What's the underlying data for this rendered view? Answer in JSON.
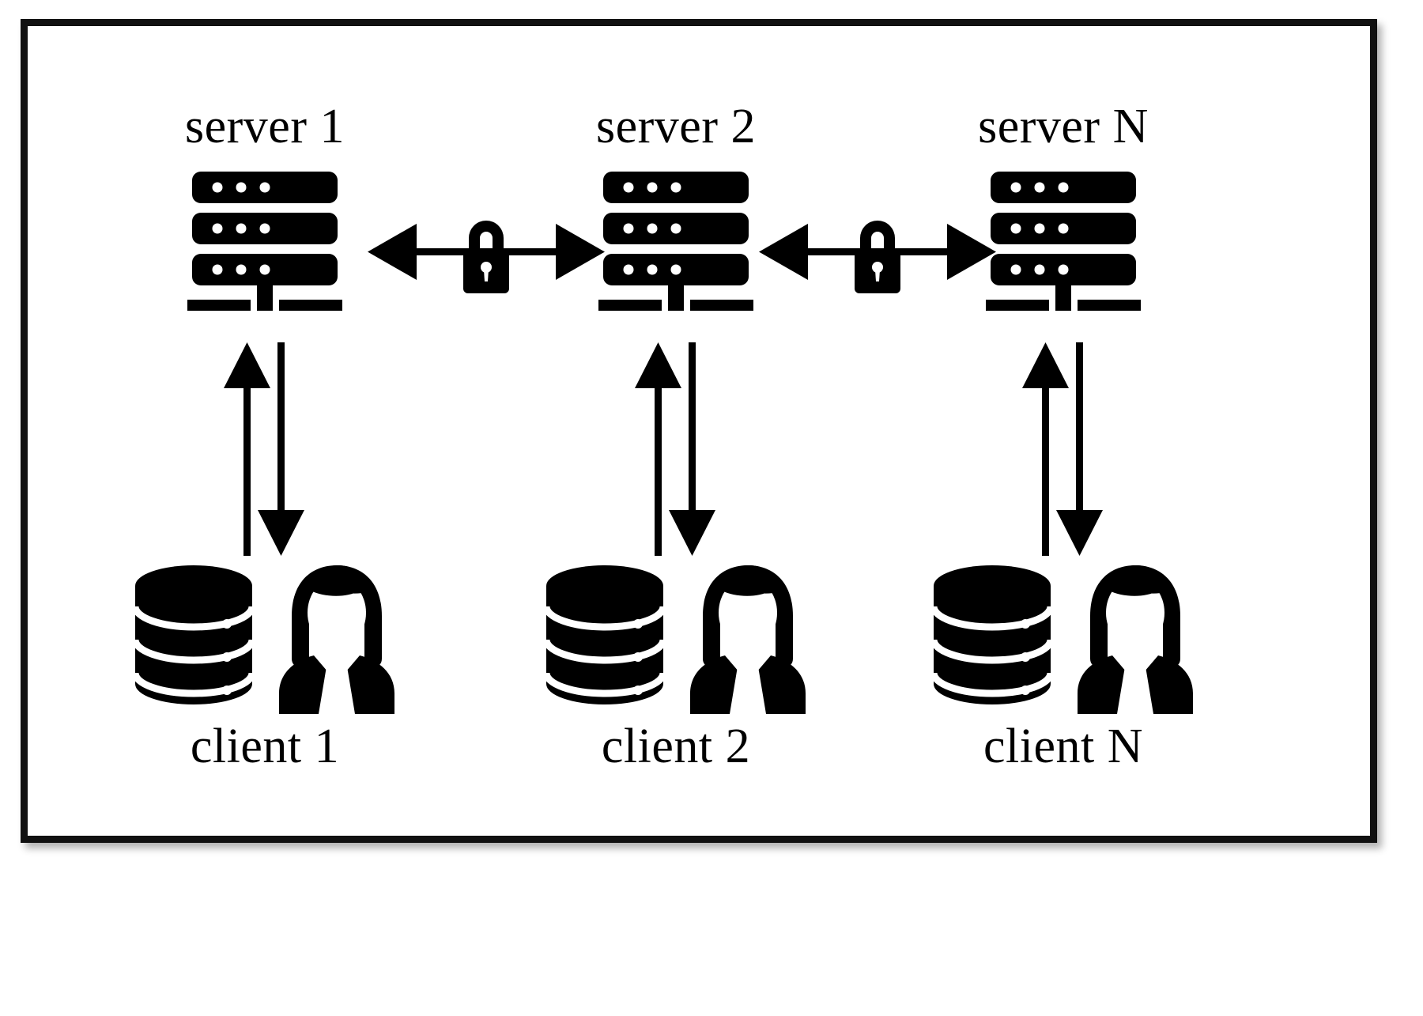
{
  "diagram": {
    "title": "Client-server architecture with secured inter-server links",
    "background_color": "#ffffff",
    "stroke_color": "#000000",
    "frame_border_color": "#111111",
    "columns": [
      {
        "server_label": "server 1",
        "client_label": "client 1",
        "server_icon": "server-rack-icon",
        "client_db_icon": "database-cylinder-icon",
        "client_person_icon": "businesswoman-icon",
        "uplink_icon": "arrow-up-icon",
        "downlink_icon": "arrow-down-icon"
      },
      {
        "server_label": "server 2",
        "client_label": "client 2",
        "server_icon": "server-rack-icon",
        "client_db_icon": "database-cylinder-icon",
        "client_person_icon": "businesswoman-icon",
        "uplink_icon": "arrow-up-icon",
        "downlink_icon": "arrow-down-icon"
      },
      {
        "server_label": "server N",
        "client_label": "client N",
        "server_icon": "server-rack-icon",
        "client_db_icon": "database-cylinder-icon",
        "client_person_icon": "businesswoman-icon",
        "uplink_icon": "arrow-up-icon",
        "downlink_icon": "arrow-down-icon"
      }
    ],
    "secure_links": [
      {
        "icon": "padlock-icon",
        "arrow": "double-headed-arrow-icon",
        "between": "server 1 - server 2"
      },
      {
        "icon": "padlock-icon",
        "arrow": "double-headed-arrow-icon",
        "between": "server 2 - server N"
      }
    ]
  }
}
